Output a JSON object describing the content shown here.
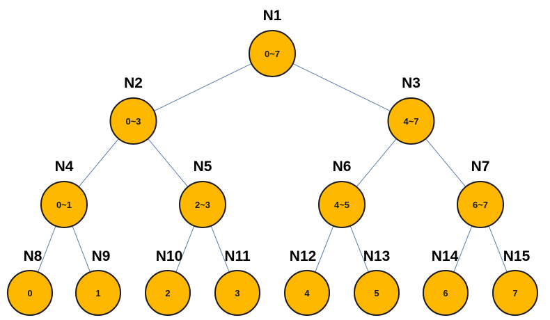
{
  "tree": {
    "nodes": [
      {
        "id": "N1",
        "label": "N1",
        "range": "0~7"
      },
      {
        "id": "N2",
        "label": "N2",
        "range": "0~3"
      },
      {
        "id": "N3",
        "label": "N3",
        "range": "4~7"
      },
      {
        "id": "N4",
        "label": "N4",
        "range": "0~1"
      },
      {
        "id": "N5",
        "label": "N5",
        "range": "2~3"
      },
      {
        "id": "N6",
        "label": "N6",
        "range": "4~5"
      },
      {
        "id": "N7",
        "label": "N7",
        "range": "6~7"
      },
      {
        "id": "N8",
        "label": "N8",
        "range": "0"
      },
      {
        "id": "N9",
        "label": "N9",
        "range": "1"
      },
      {
        "id": "N10",
        "label": "N10",
        "range": "2"
      },
      {
        "id": "N11",
        "label": "N11",
        "range": "3"
      },
      {
        "id": "N12",
        "label": "N12",
        "range": "4"
      },
      {
        "id": "N13",
        "label": "N13",
        "range": "5"
      },
      {
        "id": "N14",
        "label": "N14",
        "range": "6"
      },
      {
        "id": "N15",
        "label": "N15",
        "range": "7"
      }
    ],
    "edges": [
      [
        "N1",
        "N2"
      ],
      [
        "N1",
        "N3"
      ],
      [
        "N2",
        "N4"
      ],
      [
        "N2",
        "N5"
      ],
      [
        "N3",
        "N6"
      ],
      [
        "N3",
        "N7"
      ],
      [
        "N4",
        "N8"
      ],
      [
        "N4",
        "N9"
      ],
      [
        "N5",
        "N10"
      ],
      [
        "N5",
        "N11"
      ],
      [
        "N6",
        "N12"
      ],
      [
        "N6",
        "N13"
      ],
      [
        "N7",
        "N14"
      ],
      [
        "N7",
        "N15"
      ]
    ],
    "colors": {
      "node_fill": "#ffb800",
      "node_stroke": "#1a1a1a",
      "edge": "#5b7fa8"
    }
  }
}
